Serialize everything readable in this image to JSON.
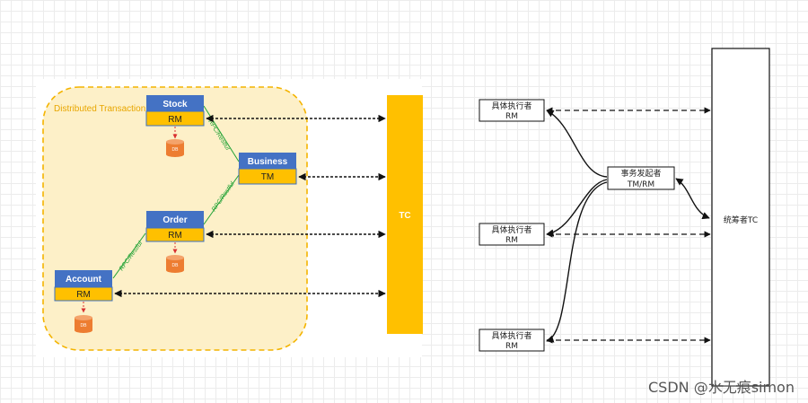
{
  "left": {
    "group_label": "Distributed Transaction",
    "services": {
      "stock": {
        "name": "Stock",
        "role": "RM"
      },
      "business": {
        "name": "Business",
        "role": "TM"
      },
      "order": {
        "name": "Order",
        "role": "RM"
      },
      "account": {
        "name": "Account",
        "role": "RM"
      }
    },
    "db_label": "DB",
    "rpc_label": "RPC/Restful",
    "tc_label": "TC"
  },
  "right": {
    "executor_line1": "具体执行者",
    "executor_line2": "RM",
    "initiator_line1": "事务发起者",
    "initiator_line2": "TM/RM",
    "coordinator_label": "统筹者TC"
  },
  "watermark": "CSDN @水无痕simon",
  "colors": {
    "service_header": "#4472c4",
    "role_fill": "#ffc000",
    "group_fill": "#fdf0c8",
    "group_border": "#f4b400",
    "db": "#ed7d31",
    "rpc_link": "#22a236",
    "db_link": "#d93030"
  }
}
